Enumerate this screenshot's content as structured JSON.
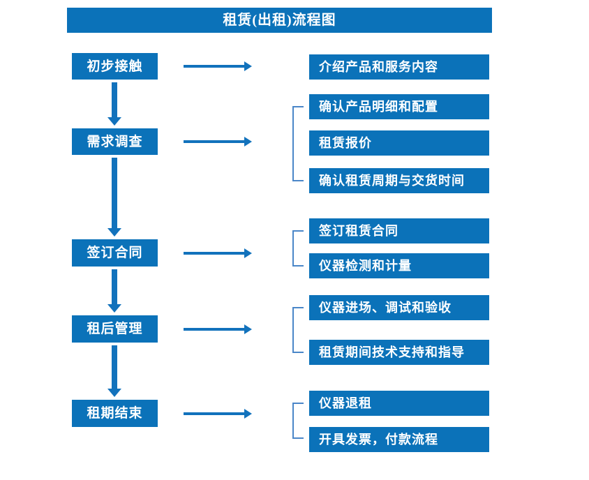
{
  "title": "租赁(出租)流程图",
  "colors": {
    "box_blue": "#0B72B9",
    "arrow_blue": "#1272BC",
    "bracket_blue": "#4A86C8",
    "text_white": "#FFFFFF",
    "background": "#FFFFFF"
  },
  "stages": [
    {
      "label": "初步接触"
    },
    {
      "label": "需求调查"
    },
    {
      "label": "签订合同"
    },
    {
      "label": "租后管理"
    },
    {
      "label": "租期结束"
    }
  ],
  "details": [
    {
      "label": "介绍产品和服务内容"
    },
    {
      "label": "确认产品明细和配置"
    },
    {
      "label": "租赁报价"
    },
    {
      "label": "确认租赁周期与交货时间"
    },
    {
      "label": "签订租赁合同"
    },
    {
      "label": "仪器检测和计量"
    },
    {
      "label": "仪器进场、调试和验收"
    },
    {
      "label": "租赁期间技术支持和指导"
    },
    {
      "label": "仪器退租"
    },
    {
      "label": "开具发票，付款流程"
    }
  ],
  "chart_data": {
    "type": "diagram",
    "diagram_kind": "flowchart",
    "title": "租赁(出租)流程图",
    "orientation": "top-to-bottom",
    "stage_sequence": [
      "初步接触",
      "需求调查",
      "签订合同",
      "租后管理",
      "租期结束"
    ],
    "groups": [
      {
        "stage": "初步接触",
        "bracketed": false,
        "items": [
          "介绍产品和服务内容"
        ]
      },
      {
        "stage": "需求调查",
        "bracketed": true,
        "items": [
          "确认产品明细和配置",
          "租赁报价",
          "确认租赁周期与交货时间"
        ]
      },
      {
        "stage": "签订合同",
        "bracketed": true,
        "items": [
          "签订租赁合同",
          "仪器检测和计量"
        ]
      },
      {
        "stage": "租后管理",
        "bracketed": true,
        "items": [
          "仪器进场、调试和验收",
          "租赁期间技术支持和指导"
        ]
      },
      {
        "stage": "租期结束",
        "bracketed": true,
        "items": [
          "仪器退租",
          "开具发票，付款流程"
        ]
      }
    ]
  }
}
